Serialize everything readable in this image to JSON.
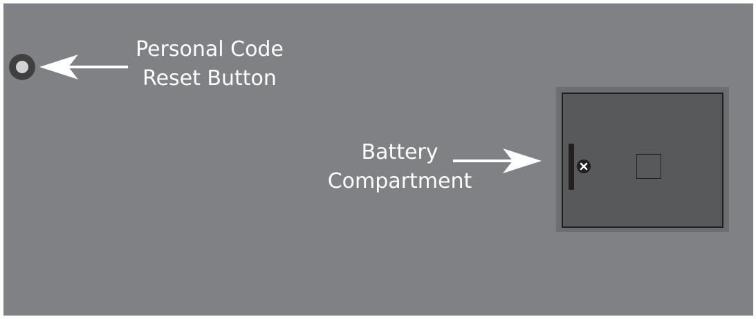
{
  "labels": {
    "reset_line1": "Personal Code",
    "reset_line2": "Reset Button",
    "battery_line1": "Battery",
    "battery_line2": "Compartment"
  },
  "icons": {
    "reset_button": "round-button-icon",
    "arrow": "arrow-left-icon",
    "arrow_right": "arrow-right-icon",
    "screw": "screw-icon"
  },
  "colors": {
    "panel": "#808184",
    "label_text": "#ffffff",
    "arrow": "#ffffff",
    "compartment_frame": "#6d6e71",
    "compartment_door": "#58595b",
    "outline": "#231f20"
  }
}
